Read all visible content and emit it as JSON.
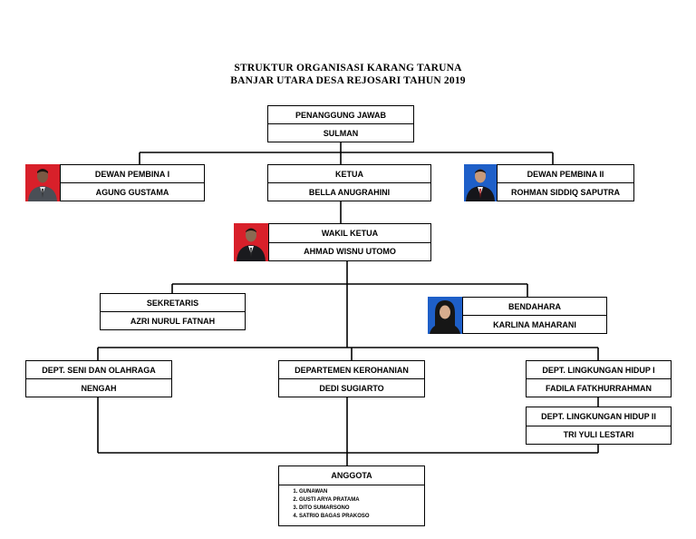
{
  "title": {
    "line1": "STRUKTUR ORGANISASI KARANG TARUNA",
    "line2": "BANJAR UTARA DESA REJOSARI TAHUN 2019"
  },
  "nodes": {
    "penanggung_jawab": {
      "role": "PENANGGUNG JAWAB",
      "name": "SULMAN"
    },
    "dewan_pembina_1": {
      "role": "DEWAN PEMBINA I",
      "name": "AGUNG GUSTAMA"
    },
    "ketua": {
      "role": "KETUA",
      "name": "BELLA ANUGRAHINI"
    },
    "dewan_pembina_2": {
      "role": "DEWAN PEMBINA II",
      "name": "ROHMAN SIDDIQ SAPUTRA"
    },
    "wakil_ketua": {
      "role": "WAKIL KETUA",
      "name": "AHMAD WISNU UTOMO"
    },
    "sekretaris": {
      "role": "SEKRETARIS",
      "name": "AZRI NURUL FATNAH"
    },
    "bendahara": {
      "role": "BENDAHARA",
      "name": "KARLINA MAHARANI"
    },
    "dept_seni": {
      "role": "DEPT. SENI DAN OLAHRAGA",
      "name": "NENGAH"
    },
    "dept_kerohanian": {
      "role": "DEPARTEMEN KEROHANIAN",
      "name": "DEDI SUGIARTO"
    },
    "dept_lh1": {
      "role": "DEPT. LINGKUNGAN HIDUP I",
      "name": "FADILA FATKHURRAHMAN"
    },
    "dept_lh2": {
      "role": "DEPT. LINGKUNGAN HIDUP II",
      "name": "TRI YULI LESTARI"
    }
  },
  "anggota": {
    "label": "ANGGOTA",
    "members": [
      "GUNAWAN",
      "GUSTI ARYA PRATAMA",
      "DITO SUMARSONO",
      "SATRIO BAGAS PRAKOSO"
    ]
  },
  "colors": {
    "photo_red": "#d8202a",
    "photo_blue": "#1e5fc8"
  }
}
